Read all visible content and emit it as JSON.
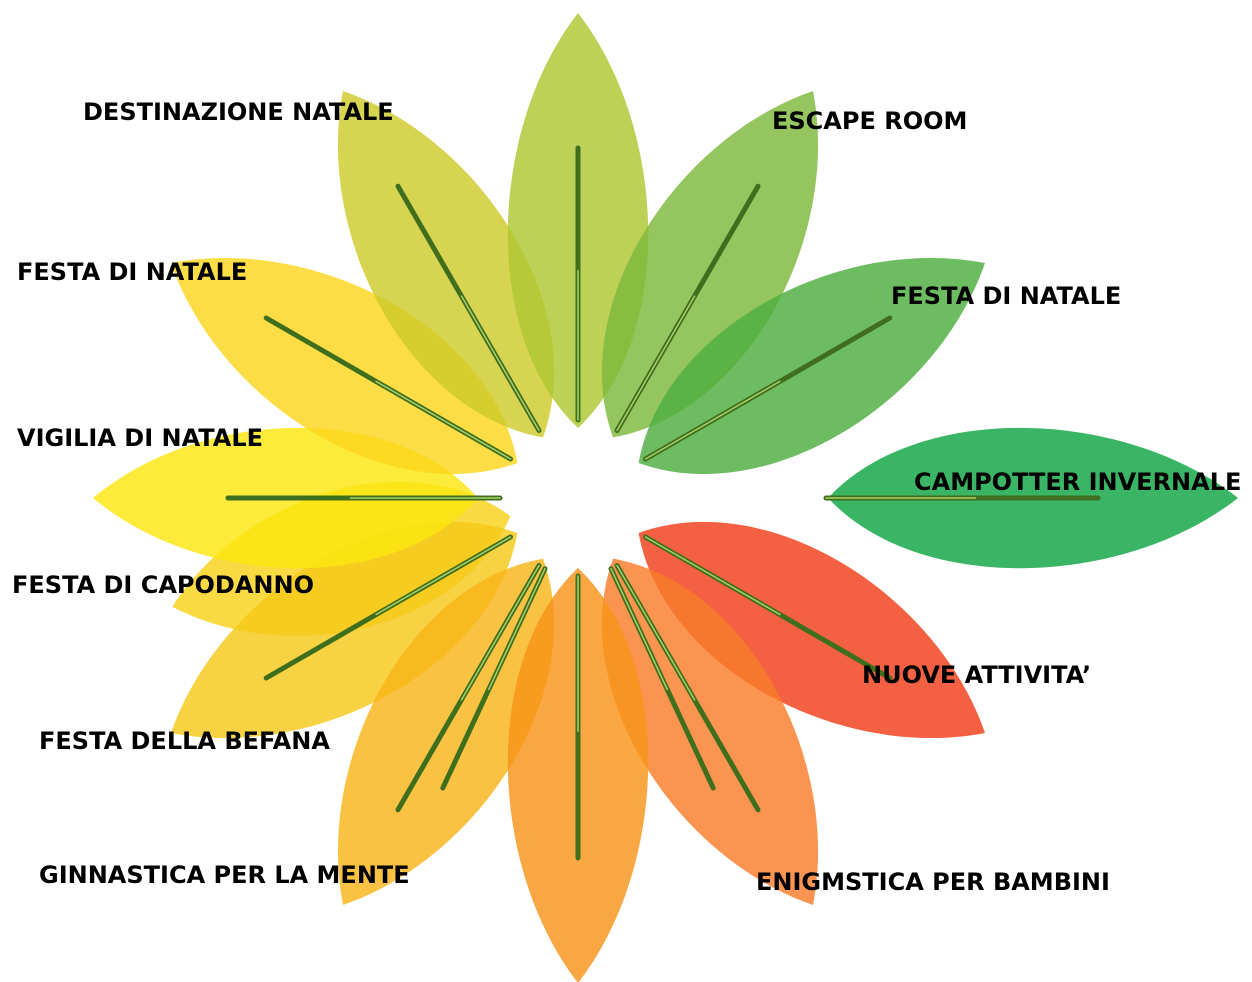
{
  "diagram": {
    "petals": [
      {
        "label": "DESTINAZIONE NATALE",
        "color": "#cdcb2a"
      },
      {
        "label": "ESCAPE ROOM",
        "color": "#7cb83a"
      },
      {
        "label": "FESTA DI NATALE",
        "color": "#4ead3f"
      },
      {
        "label": "CAMPOTTER INVERNALE",
        "color": "#0fa543"
      },
      {
        "label": "NUOVE ATTIVITA’",
        "color": "#f23d18"
      },
      {
        "label": "ENIGMSTICA PER BAMBINI",
        "color": "#f4661d"
      },
      {
        "label": "GINNASTICA PER LA MENTE",
        "color": "#f9b418"
      },
      {
        "label": "FESTA DELLA BEFANA",
        "color": "#f5c81a"
      },
      {
        "label": "FESTA DI CAPODANNO",
        "color": "#f9d21a"
      },
      {
        "label": "VIGILIA DI NATALE",
        "color": "#fbe60f"
      },
      {
        "label": "FESTA DI NATALE",
        "color": "#fbd51c"
      }
    ],
    "extra_petal_colors": {
      "top": "#aec731",
      "bottom": "#f89419",
      "lower_right": "#f97c2a"
    }
  }
}
